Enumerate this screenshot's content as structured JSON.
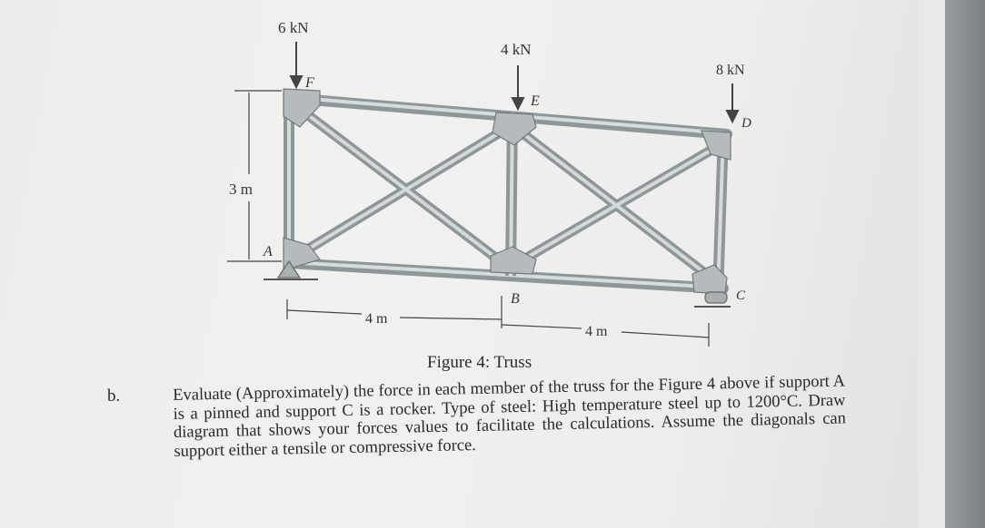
{
  "figure": {
    "loads": [
      {
        "node": "F",
        "label": "6 kN"
      },
      {
        "node": "E",
        "label": "4 kN"
      },
      {
        "node": "D",
        "label": "8 kN"
      }
    ],
    "node_labels": {
      "A": "A",
      "B": "B",
      "C": "C",
      "D": "D",
      "E": "E",
      "F": "F"
    },
    "dimensions": {
      "height": "3 m",
      "span_left": "4 m",
      "span_right": "4 m"
    },
    "caption": "Figure 4: Truss"
  },
  "question": {
    "label": "b.",
    "text": "Evaluate (Approximately) the force in each member of the truss for the Figure 4 above if support A is a pinned and support C is a rocker. Type of steel: High temperature steel up to 1200°C. Draw diagram that shows your forces values to facilitate the calculations. Assume the diagonals can support either a tensile or compressive force."
  }
}
